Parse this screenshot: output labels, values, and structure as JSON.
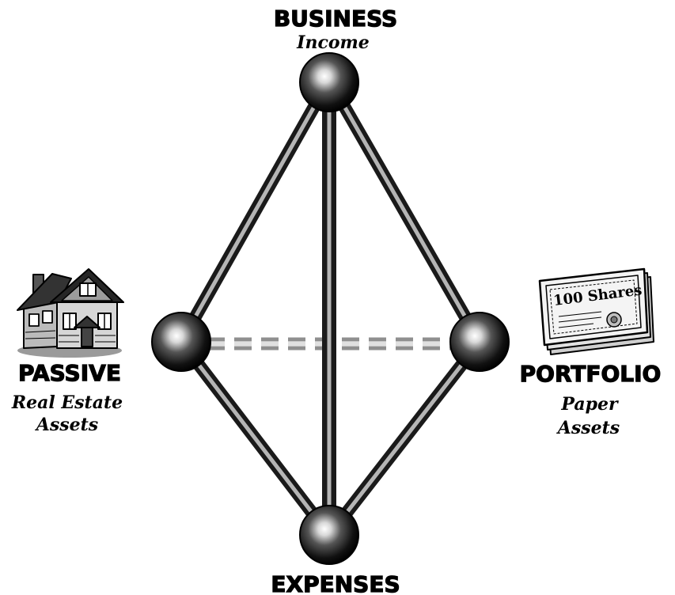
{
  "nodes": {
    "business": {
      "title": "BUSINESS",
      "subtitle": "Income"
    },
    "passive": {
      "title": "PASSIVE",
      "subtitle_line1": "Real Estate",
      "subtitle_line2": "Assets"
    },
    "portfolio": {
      "title": "PORTFOLIO",
      "subtitle_line1": "Paper",
      "subtitle_line2": "Assets"
    },
    "expenses": {
      "title": "EXPENSES"
    }
  },
  "illustrations": {
    "house": "house-icon",
    "stock_certificates": {
      "icon": "stock-certificates-icon",
      "text": "100 Shares"
    }
  },
  "colors": {
    "rod_dark": "#1a1a1a",
    "rod_light": "#b5b5b5",
    "dashed_link": "#bdbdbd",
    "sphere_highlight": "#ffffff",
    "sphere_dark": "#000000"
  }
}
